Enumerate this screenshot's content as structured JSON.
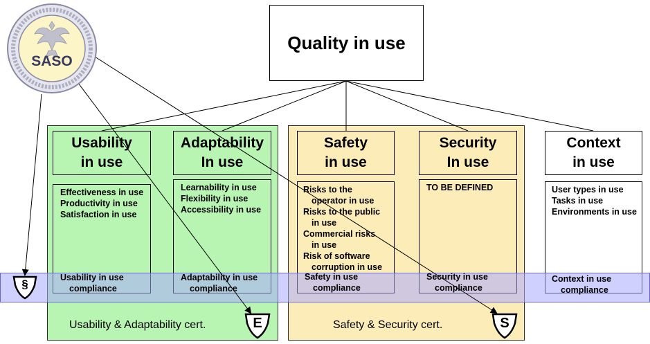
{
  "logo": {
    "text": "SASO",
    "ring_text": ">> Polskie Stowarzyszenie na rzecz Atestacji i Standaryzacji Oprogramowania"
  },
  "root": {
    "label": "Quality in use"
  },
  "groups": [
    {
      "cert_label": "Usability & Adaptability cert.",
      "symbol": "E"
    },
    {
      "cert_label": "Safety & Security cert.",
      "symbol": "S"
    }
  ],
  "compliance_symbol": "§",
  "columns": [
    {
      "title_line1": "Usability",
      "title_line2": "in use",
      "items": [
        "Effectiveness in use",
        "Productivity in use",
        "Satisfaction in use"
      ],
      "compliance_line1": "Usability in use",
      "compliance_line2": "compliance"
    },
    {
      "title_line1": "Adaptability",
      "title_line2": "In use",
      "items": [
        "Learnability in use",
        "Flexibility in use",
        "Accessibility in use"
      ],
      "compliance_line1": "Adaptability in use",
      "compliance_line2": "compliance"
    },
    {
      "title_line1": "Safety",
      "title_line2": "in use",
      "items": [
        "Risks to the",
        "operator in use",
        "Risks to the public",
        "in use",
        "Commercial risks",
        "in use",
        "Risk of software",
        "corruption in use"
      ],
      "compliance_line1": "Safety in use",
      "compliance_line2": "compliance"
    },
    {
      "title_line1": "Security",
      "title_line2": "In use",
      "items": [
        "TO BE DEFINED"
      ],
      "compliance_line1": "Security in use",
      "compliance_line2": "compliance"
    },
    {
      "title_line1": "Context",
      "title_line2": "in use",
      "items": [
        "User types in use",
        "Tasks in use",
        "Environments in use"
      ],
      "compliance_line1": "Context in use",
      "compliance_line2": "compliance"
    }
  ],
  "colors": {
    "green_region": "#b9f5b2",
    "yellow_region": "#fcedb8",
    "compliance_band": "#aaaaff"
  }
}
